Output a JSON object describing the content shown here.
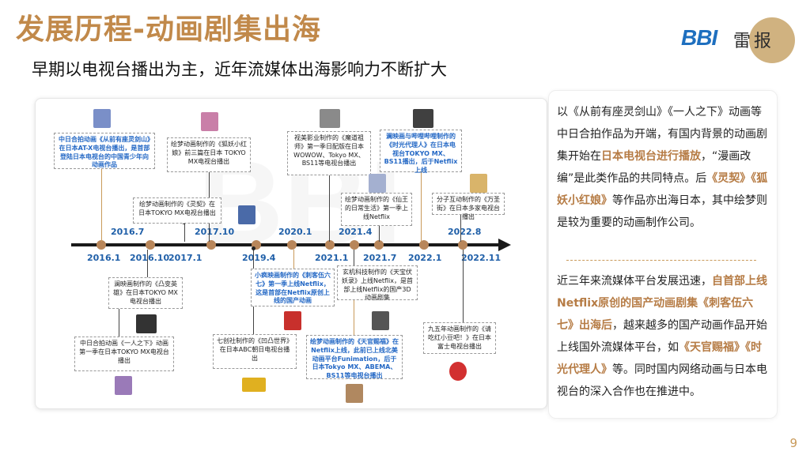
{
  "header": {
    "title": "发展历程-动画剧集出海",
    "subtitle": "早期以电视台播出为主，近年流媒体出海影响力不断扩大",
    "logo": {
      "brand": "BBI",
      "text": "雷报"
    }
  },
  "timeline": {
    "years_top": [
      "2016.7",
      "2017.10",
      "2020.1",
      "2021.4",
      "2022.8"
    ],
    "years_bottom": [
      "2016.1",
      "2016.10",
      "2017.1",
      "2019.4",
      "2021.1",
      "2021.7",
      "2022.1",
      "2022.11"
    ],
    "events": [
      {
        "id": "e1",
        "text": "中日合拍动画《从前有座灵剑山》在日本AT-X电视台播出，是首部登陆日本电视台的中国青少年向动画作品",
        "style": "blue"
      },
      {
        "id": "e2",
        "text": "绘梦动画制作的《狐妖小红娘》前三篇在日本 TOKYO MX电视台播出",
        "style": "normal"
      },
      {
        "id": "e3",
        "text": "绘梦动画制作的《灵契》在日本TOKYO MX电视台播出",
        "style": "normal"
      },
      {
        "id": "e4",
        "text": "视美影业制作的《魔道祖师》第一季日配版在日本WOWOW、Tokyo MX、BS11等电视台播出",
        "style": "normal"
      },
      {
        "id": "e5",
        "text": "澜映画与哔哩哔哩制作的《时光代理人》在日本电视台TOKYO MX、BS11播出，后于Netflix上线",
        "style": "blue"
      },
      {
        "id": "e6",
        "text": "绘梦动画制作的《仙王的日常生活》第一季上线Netflix",
        "style": "normal"
      },
      {
        "id": "e7",
        "text": "分子互动制作的《万圣街》在日本多家电视台播出",
        "style": "normal"
      },
      {
        "id": "e8",
        "text": "澜映画制作的《凸变英雄》在日本TOKYO MX电视台播出",
        "style": "normal"
      },
      {
        "id": "e9",
        "text": "中日合拍动画《一人之下》动画第一季在日本TOKYO MX电视台播出",
        "style": "normal"
      },
      {
        "id": "e10",
        "text": "小疯映画制作的《刺客伍六七》第一季上线Netflix，这是首部在Netflix原创上线的国产动画",
        "style": "blue"
      },
      {
        "id": "e11",
        "text": "七创社制作的《凹凸世界》在日本ABC朝日电视台播出",
        "style": "normal"
      },
      {
        "id": "e12",
        "text": "玄机科技制作的《天宝伏妖录》上线Netflix，是首部上线Netflix的国产3D动画剧集",
        "style": "normal"
      },
      {
        "id": "e13",
        "text": "绘梦动画制作的《天官赐福》在Netflix上线，此前已上线北美动画平台Funimation，后于日本Tokyo MX、ABEMA、BS11等电视台播出",
        "style": "blue"
      },
      {
        "id": "e14",
        "text": "九五年动画制作的《请吃红小豆吧！》在日本富士电视台播出",
        "style": "normal"
      }
    ],
    "thumb_colors": [
      "#7a8fc8",
      "#c97fa8",
      "#4a6aa8",
      "#8a8a8a",
      "#404040",
      "#a4b0d0",
      "#d9b46a",
      "#333333",
      "#9a7ab8",
      "#c8302c",
      "#e0b020",
      "#555555",
      "#b08860",
      "#d23030"
    ]
  },
  "right": {
    "para1": [
      {
        "t": "以《从前有座灵剑山》《一人之下》动画等中日合拍作品为开端，有国内背景的动画剧集开始在",
        "h": false
      },
      {
        "t": "日本电视台进行播放",
        "h": true
      },
      {
        "t": "，“漫画改编”是此类作品的共同特点。后",
        "h": false
      },
      {
        "t": "《灵契》《狐妖小红娘》",
        "h": true
      },
      {
        "t": "等作品亦出海日本，其中绘梦则是较为重要的动画制作公司。",
        "h": false
      }
    ],
    "para2": [
      {
        "t": "近三年来流媒体平台发展迅速，",
        "h": false
      },
      {
        "t": "自首部上线Netflix原创的国产动画剧集《刺客伍六七》出海后",
        "h": true
      },
      {
        "t": "，越来越多的国产动画作品开始上线国外流媒体平台，如",
        "h": false
      },
      {
        "t": "《天官赐福》《时光代理人》",
        "h": true
      },
      {
        "t": "等。同时国内网络动画与日本电视台的深入合作也在推进中。",
        "h": false
      }
    ]
  },
  "page_number": "9"
}
